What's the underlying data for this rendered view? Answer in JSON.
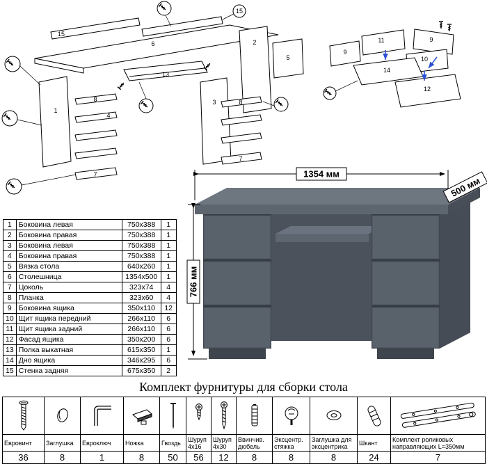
{
  "main_diagram": {
    "callouts": [
      "15",
      "15",
      "6",
      "5",
      "2",
      "13",
      "1",
      "8",
      "4",
      "3",
      "7",
      "8",
      "7"
    ]
  },
  "drawer_diagram": {
    "callouts": [
      "11",
      "9",
      "9",
      "10",
      "14",
      "12"
    ]
  },
  "desk": {
    "width_label": "1354 мм",
    "depth_label": "500 мм",
    "height_label": "766 мм",
    "body_color": "#59616b",
    "top_color": "#6e7680",
    "side_color": "#454c55"
  },
  "parts_table": {
    "rows": [
      {
        "num": "1",
        "name": "Боковина левая",
        "size": "750x388",
        "qty": "1"
      },
      {
        "num": "2",
        "name": "Боковина правая",
        "size": "750x388",
        "qty": "1"
      },
      {
        "num": "3",
        "name": "Боковина левая",
        "size": "750x388",
        "qty": "1"
      },
      {
        "num": "4",
        "name": "Боковина правая",
        "size": "750x388",
        "qty": "1"
      },
      {
        "num": "5",
        "name": "Вязка стола",
        "size": "640x260",
        "qty": "1"
      },
      {
        "num": "6",
        "name": "Столешница",
        "size": "1354x500",
        "qty": "1"
      },
      {
        "num": "7",
        "name": "Цоколь",
        "size": "323x74",
        "qty": "4"
      },
      {
        "num": "8",
        "name": "Планка",
        "size": "323x60",
        "qty": "4"
      },
      {
        "num": "9",
        "name": "Боковина ящика",
        "size": "350x110",
        "qty": "12"
      },
      {
        "num": "10",
        "name": "Щит ящика передний",
        "size": "266x110",
        "qty": "6"
      },
      {
        "num": "11",
        "name": "Щит ящика задний",
        "size": "266x110",
        "qty": "6"
      },
      {
        "num": "12",
        "name": "Фасад ящика",
        "size": "350x200",
        "qty": "6"
      },
      {
        "num": "13",
        "name": "Полка выкатная",
        "size": "615x350",
        "qty": "1"
      },
      {
        "num": "14",
        "name": "Дно ящика",
        "size": "346x295",
        "qty": "6"
      },
      {
        "num": "15",
        "name": "Стенка задняя",
        "size": "675x350",
        "qty": "2"
      }
    ]
  },
  "hardware": {
    "title": "Комплект фурнитуры для сборки стола",
    "items": [
      {
        "name": "Евровинт",
        "qty": "36"
      },
      {
        "name": "Заглушка",
        "qty": "8"
      },
      {
        "name": "Евроключ",
        "qty": "1"
      },
      {
        "name": "Ножка",
        "qty": "8"
      },
      {
        "name": "Гвоздь",
        "qty": "50"
      },
      {
        "name": "Шуруп 4х16",
        "qty": "56"
      },
      {
        "name": "Шуруп 4х30",
        "qty": "12"
      },
      {
        "name": "Ввинчив. дюбель",
        "qty": "8"
      },
      {
        "name": "Эксцентр. стяжка",
        "qty": "8"
      },
      {
        "name": "Заглушка для эксцентрика",
        "qty": "8"
      },
      {
        "name": "Шкант",
        "qty": "24"
      },
      {
        "name": "Комплект роликовых направляющих L=350мм",
        "qty": "7"
      }
    ]
  }
}
